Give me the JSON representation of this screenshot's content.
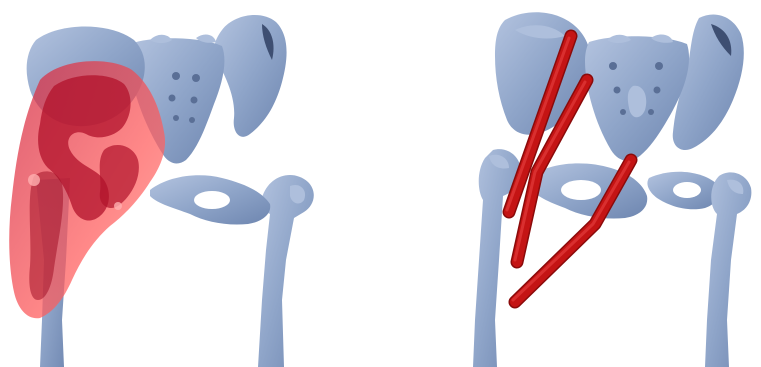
{
  "colors": {
    "background": "#ffffff",
    "bone": "#8fa5c9",
    "bone_shadow": "#6e86b0",
    "bone_highlight": "#aebfdc",
    "bone_dark": "#3e4f72",
    "volume_fill": "#ff4a4a",
    "volume_dark": "#b1122b",
    "line_actuator": "#c41414",
    "line_actuator_dark": "#8a0a0a"
  },
  "panels": [
    {
      "id": "left",
      "content": "pelvis-and-femurs-with-translucent-red-volume"
    },
    {
      "id": "right",
      "content": "pelvis-and-femurs-with-red-line-actuators"
    }
  ],
  "actuators": [
    {
      "id": "actuator-1"
    },
    {
      "id": "actuator-2"
    },
    {
      "id": "actuator-3"
    }
  ]
}
